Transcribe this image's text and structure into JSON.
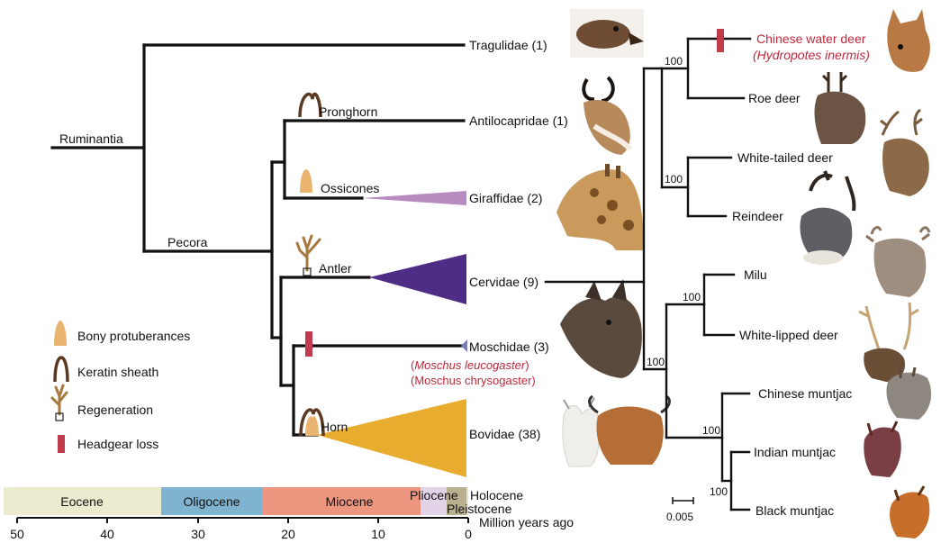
{
  "colors": {
    "branch": "#111111",
    "highlight": "#c0283b",
    "ossicone_fill": "#e9b46f",
    "keratin": "#5a3a22",
    "antler": "#a8793f",
    "giraffidae": "#b78ac0",
    "cervidae": "#4f2d86",
    "moschidae": "#7b79b8",
    "bovidae": "#e8ac2e",
    "headgear_loss": "#c23a4e"
  },
  "left_tree": {
    "ruminantia": "Ruminantia",
    "pecora": "Pecora",
    "traits": {
      "pronghorn": "Pronghorn",
      "ossicones": "Ossicones",
      "antler": "Antler",
      "horn": "Horn"
    },
    "families": [
      {
        "name": "Tragulidae",
        "count": "(1)"
      },
      {
        "name": "Antilocapridae",
        "count": "(1)"
      },
      {
        "name": "Giraffidae",
        "count": "(2)"
      },
      {
        "name": "Cervidae",
        "count": "(9)"
      },
      {
        "name": "Moschidae",
        "count": "(3)"
      },
      {
        "name": "Bovidae",
        "count": "(38)"
      }
    ],
    "moschidae_species": [
      "Moschus leucogaster",
      "Moschus chrysogaster"
    ]
  },
  "legend": [
    {
      "icon": "bony-protuberance-icon",
      "label": "Bony protuberances"
    },
    {
      "icon": "keratin-sheath-icon",
      "label": "Keratin sheath"
    },
    {
      "icon": "antler-regeneration-icon",
      "label": "Regeneration"
    },
    {
      "icon": "headgear-loss-icon",
      "label": "Headgear loss"
    }
  ],
  "timescale": {
    "epochs": [
      {
        "name": "Eocene",
        "color": "#ecebd0"
      },
      {
        "name": "Oligocene",
        "color": "#7fb3cf"
      },
      {
        "name": "Miocene",
        "color": "#ec9680"
      },
      {
        "name": "Pliocene",
        "color": "#e2d3e9"
      },
      {
        "name": "Pleistocene",
        "color": "#b9b08f"
      },
      {
        "name": "Holocene",
        "color": "#e7e2cf"
      }
    ],
    "ticks": [
      "50",
      "40",
      "30",
      "20",
      "10",
      "0"
    ],
    "axis_label": "Million years ago"
  },
  "right_tree": {
    "species": [
      {
        "name": "Chinese water deer",
        "sci": "(Hydropotes inermis)",
        "highlight": true
      },
      {
        "name": "Roe deer"
      },
      {
        "name": "White-tailed deer"
      },
      {
        "name": "Reindeer"
      },
      {
        "name": "Milu"
      },
      {
        "name": "White-lipped deer"
      },
      {
        "name": "Chinese muntjac"
      },
      {
        "name": "Indian muntjac"
      },
      {
        "name": "Black muntjac"
      }
    ],
    "bootstrap": [
      "100",
      "100",
      "100",
      "100",
      "100",
      "100"
    ],
    "scale_bar": "0.005"
  }
}
